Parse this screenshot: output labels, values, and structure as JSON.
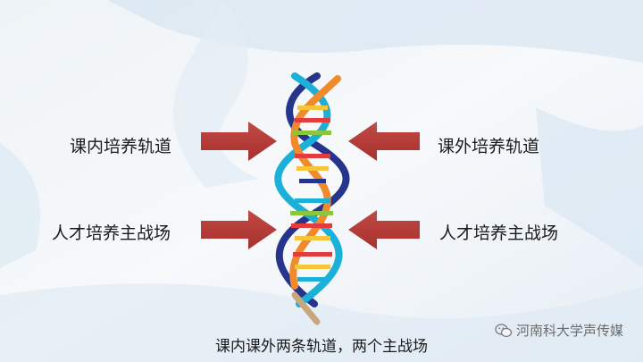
{
  "labels": {
    "left_top": "课内培养轨道",
    "right_top": "课外培养轨道",
    "left_bottom": "人才培养主战场",
    "right_bottom": "人才培养主战场"
  },
  "caption": "课内课外两条轨道，两个主战场",
  "watermark": {
    "text": "河南科大学声传媒",
    "icon": "wechat-icon"
  },
  "colors": {
    "arrow": "#b83a36",
    "strand_blue": "#1bb0d8",
    "strand_orange": "#f08a2a",
    "strand_navy": "#27348b",
    "rung_colors": [
      "#e43b3b",
      "#f7c53a",
      "#8cc63f",
      "#27348b",
      "#1bb0d8",
      "#f08a2a"
    ]
  }
}
